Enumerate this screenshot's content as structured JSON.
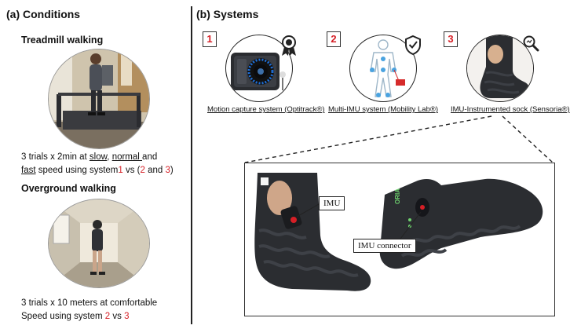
{
  "panel_a": {
    "title": "(a) Conditions",
    "treadmill": {
      "title": "Treadmill walking",
      "caption": {
        "line1_pre": "3 trials x 2min at ",
        "slow": "slow",
        "sep1": ", ",
        "normal": "normal ",
        "line1_post": "and",
        "fast": "fast",
        "line2_mid": " speed using system",
        "sys1": "1",
        "vs": " vs (",
        "sys2": "2",
        "and": " and ",
        "sys3": "3",
        "close": ")"
      }
    },
    "overground": {
      "title": "Overground walking",
      "caption": {
        "line1": "3 trials x 10 meters at comfortable",
        "line2_pre": "Speed using system ",
        "sys2": "2",
        "vs": " vs ",
        "sys3": "3"
      }
    }
  },
  "panel_b": {
    "title": "(b) Systems",
    "systems": [
      {
        "number": "1",
        "label": "Motion capture system (Optitrack®)",
        "badge_icon": "award-ribbon-icon"
      },
      {
        "number": "2",
        "label": "Multi-IMU system  (Mobility Lab®)",
        "badge_icon": "shield-check-icon"
      },
      {
        "number": "3",
        "label": "IMU-Instrumented sock (Sensoria®)",
        "badge_icon": "magnifier-icon"
      }
    ],
    "detail": {
      "callout_imu": "IMU",
      "callout_connector": "IMU connector",
      "sock_brand": "ORIA"
    }
  },
  "colors": {
    "accent_red": "#d61f26",
    "sock": "#2b2d31",
    "camera_ring": "#1e6fd9"
  }
}
